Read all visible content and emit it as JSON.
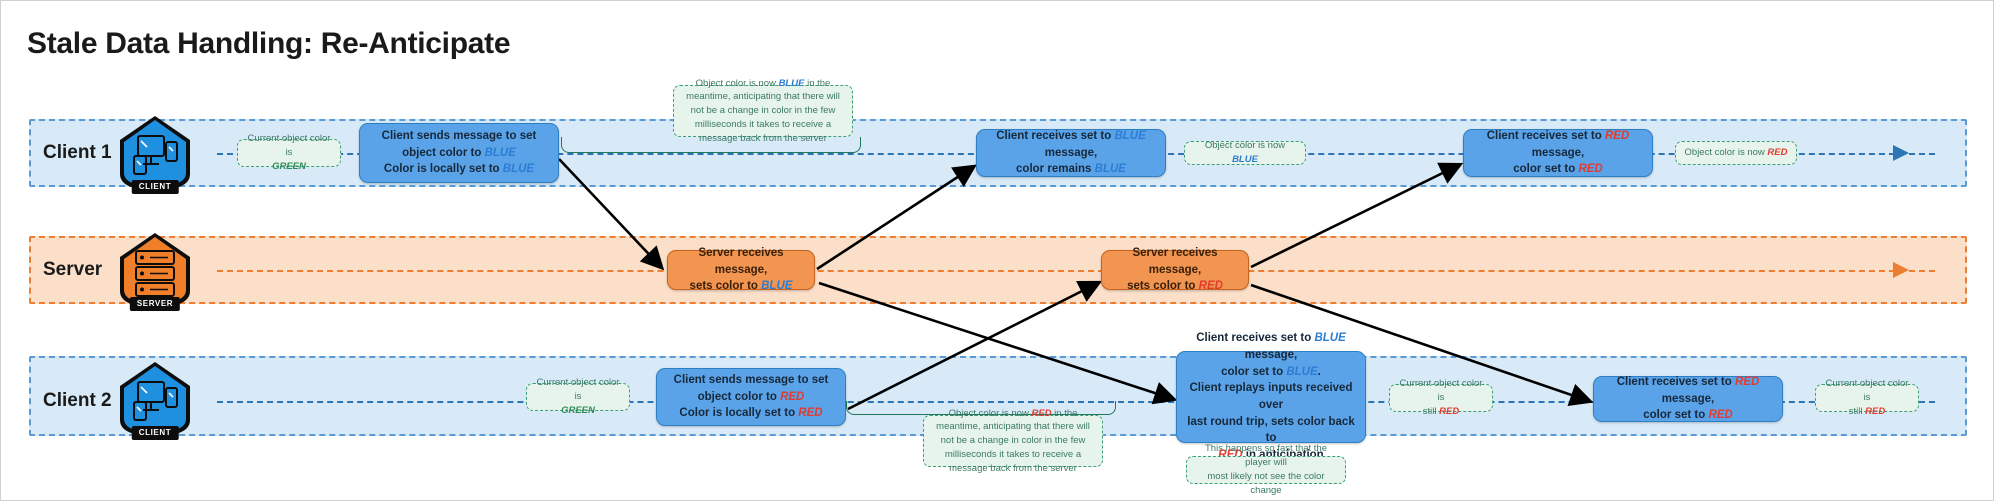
{
  "page": {
    "title": "Stale Data Handling: Re-Anticipate"
  },
  "colors": {
    "client_lane_fill": "#d8eaf8",
    "client_lane_border": "#5b9bd5",
    "server_lane_fill": "#fbdfc8",
    "server_lane_border": "#ed7d31",
    "client_box": "#5aa3e8",
    "server_box": "#f19551",
    "note_border": "#3f9e7a",
    "note_fill": "#e7f4ec",
    "blue_text": "#2b7cd3",
    "red_text": "#e23b2e",
    "green_text": "#2e8b57",
    "arrow": "#000000"
  },
  "lanes": [
    {
      "id": "client1",
      "label": "Client 1",
      "actor_icon": "client-workstation-icon",
      "actor_caption": "CLIENT"
    },
    {
      "id": "server",
      "label": "Server",
      "actor_icon": "server-rack-icon",
      "actor_caption": "SERVER"
    },
    {
      "id": "client2",
      "label": "Client 2",
      "actor_icon": "client-workstation-icon",
      "actor_caption": "CLIENT"
    }
  ],
  "client1": {
    "note_start": {
      "line1": "Current object color is",
      "value": "GREEN"
    },
    "box_send": {
      "line1_a": "Client sends message to set object",
      "line1_b": "color to ",
      "line1_value": "BLUE",
      "line2_a": "Color is locally set to ",
      "line2_value": "BLUE"
    },
    "callout": {
      "a": "Object color is now ",
      "value": "BLUE",
      "b": " in the meantime, anticipating that there will not be a change in color in the few milliseconds it takes to receive a message back from the server"
    },
    "box_recv_blue": {
      "line1_a": "Client receives set to ",
      "line1_value": "BLUE",
      "line1_b": " message,",
      "line2_a": "color remains ",
      "line2_value": "BLUE"
    },
    "note_mid": {
      "a": "Object color is now ",
      "value": "BLUE"
    },
    "box_recv_red": {
      "line1_a": "Client receives set to ",
      "line1_value": "RED",
      "line1_b": " message,",
      "line2_a": "color set to ",
      "line2_value": "RED"
    },
    "note_end": {
      "a": "Object color is now ",
      "value": "RED"
    }
  },
  "server": {
    "box_blue": {
      "line1": "Server receives message,",
      "line2_a": "sets color to ",
      "line2_value": "BLUE"
    },
    "box_red": {
      "line1": "Server receives message,",
      "line2_a": "sets color to ",
      "line2_value": "RED"
    }
  },
  "client2": {
    "note_start": {
      "line1": "Current object color is",
      "value": "GREEN"
    },
    "box_send": {
      "line1_a": "Client sends message to set object",
      "line1_b": "color to ",
      "line1_value": "RED",
      "line2_a": "Color is locally set to ",
      "line2_value": "RED"
    },
    "callout": {
      "a": "Object color is now ",
      "value": "RED",
      "b": " in the meantime, anticipating that there will not be a change in color in the few milliseconds it takes to receive a message back from the server"
    },
    "box_replay": {
      "l1_a": "Client receives set to ",
      "l1_value": "BLUE",
      "l1_b": " message,",
      "l2_a": "color set to ",
      "l2_value": "BLUE",
      "l2_b": ".",
      "l3": "Client replays inputs received over",
      "l4": "last round trip, sets color back to",
      "l5_value": "RED",
      "l5_b": " in anticipation"
    },
    "note_fast": {
      "line1": "This happens so fast that the player will",
      "line2": "most likely not see the color change"
    },
    "note_mid": {
      "line1": "Current object color is",
      "line2_a": "still ",
      "line2_value": "RED"
    },
    "box_recv_red": {
      "line1_a": "Client receives set to ",
      "line1_value": "RED",
      "line1_b": " message,",
      "line2_a": "color set to ",
      "line2_value": "RED"
    },
    "note_end": {
      "line1": "Current object color is",
      "line2_a": "still ",
      "line2_value": "RED"
    }
  }
}
